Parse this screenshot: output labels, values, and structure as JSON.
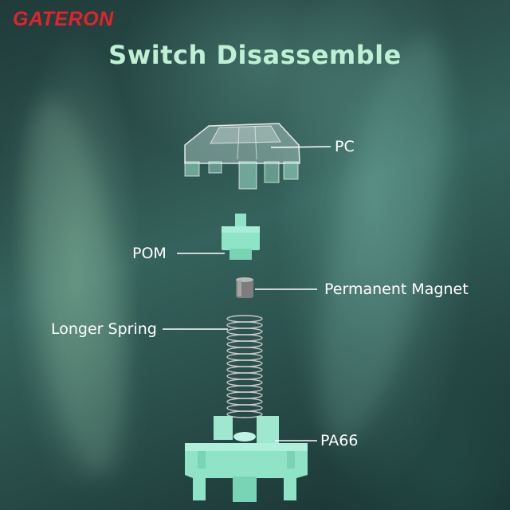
{
  "brand": {
    "logo_text": "GATERON",
    "logo_color": "#e2232c"
  },
  "title": "Switch Disassemble",
  "colors": {
    "title": "#bff0d6",
    "mint": "#8fe3c6",
    "label": "#ffffff"
  },
  "parts": [
    {
      "id": "housing_top",
      "label": "PC"
    },
    {
      "id": "stem",
      "label": "POM"
    },
    {
      "id": "magnet",
      "label": "Permanent Magnet"
    },
    {
      "id": "spring",
      "label": "Longer Spring"
    },
    {
      "id": "housing_bottom",
      "label": "PA66"
    }
  ]
}
